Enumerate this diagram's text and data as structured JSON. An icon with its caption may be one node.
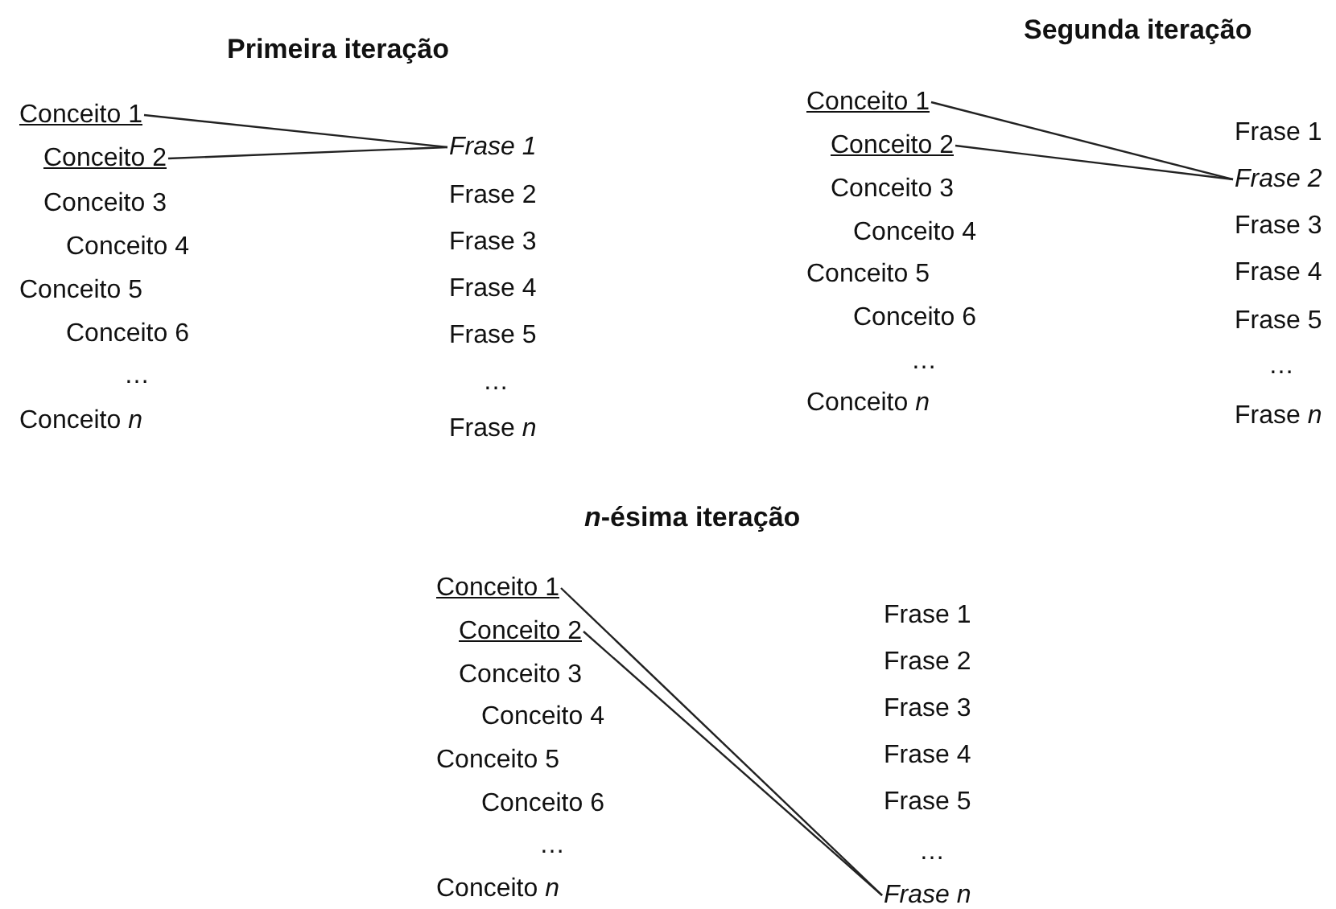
{
  "diagram": {
    "nodes": [
      {
        "text": [
          "Conceito 1"
        ]
      },
      {
        "text": [
          "Conceito 2"
        ]
      },
      {
        "text": [
          "Frase 1"
        ]
      },
      {
        "text": [
          "Conceito 1"
        ]
      },
      {
        "text": [
          "Conceito 2"
        ]
      },
      {
        "text": [
          "Frase 2"
        ]
      },
      {
        "text": [
          "Conceito 1"
        ]
      },
      {
        "text": [
          "Conceito 2"
        ]
      },
      {
        "text": [
          "Frase *n*"
        ]
      }
    ],
    "edges": [
      {
        "from": 0,
        "to": 2,
        "arrow": "none"
      },
      {
        "from": 1,
        "to": 2,
        "arrow": "none"
      },
      {
        "from": 3,
        "to": 5,
        "arrow": "none"
      },
      {
        "from": 4,
        "to": 5,
        "arrow": "none"
      },
      {
        "from": 6,
        "to": 8,
        "arrow": "none"
      },
      {
        "from": 7,
        "to": 8,
        "arrow": "none"
      }
    ],
    "labels": [
      "Primeira iteração",
      "Conceito 3",
      "Conceito 4",
      "Conceito 5",
      "Conceito 6",
      "…",
      "Conceito *n*",
      "Frase 2",
      "Frase 3",
      "Frase 4",
      "Frase 5",
      "…",
      "Frase *n*",
      "Segunda iteração",
      "Conceito 3",
      "Conceito 4",
      "Conceito 5",
      "Conceito 6",
      "…",
      "Conceito *n*",
      "Frase 1",
      "Frase 3",
      "Frase 4",
      "Frase 5",
      "…",
      "Frase *n*",
      "*n*-ésima iteração",
      "Conceito 3",
      "Conceito 4",
      "Conceito 5",
      "Conceito 6",
      "…",
      "Conceito *n*",
      "Frase 1",
      "Frase 2",
      "Frase 3",
      "Frase 4",
      "Frase 5",
      "…"
    ]
  }
}
